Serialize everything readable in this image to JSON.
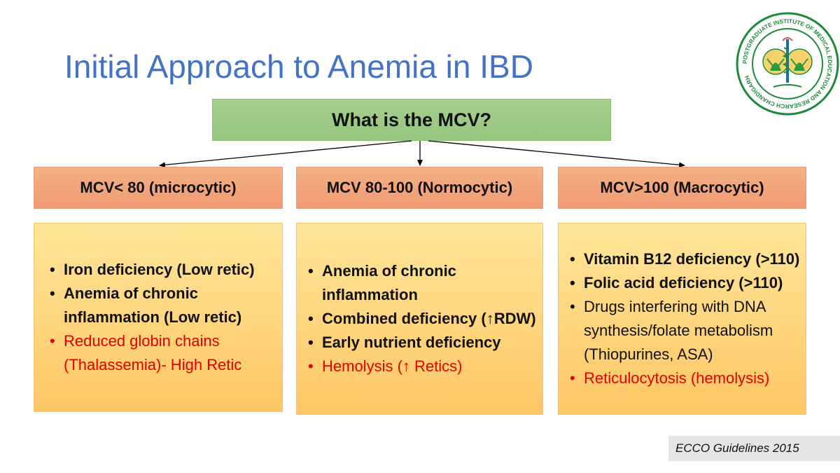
{
  "slide": {
    "title": "Initial Approach to Anemia in IBD",
    "question": "What is the MCV?",
    "columns": [
      {
        "header": "MCV< 80 (microcytic)",
        "items": [
          {
            "text": "Iron deficiency (Low retic)",
            "style": "bold"
          },
          {
            "text": "Anemia of chronic inflammation (Low retic)",
            "style": "bold"
          },
          {
            "text": "Reduced globin chains (Thalassemia)- High Retic",
            "style": "red"
          }
        ]
      },
      {
        "header": "MCV 80-100 (Normocytic)",
        "items": [
          {
            "text": "Anemia of chronic inflammation",
            "style": "bold"
          },
          {
            "text": "Combined deficiency (↑RDW)",
            "style": "bold"
          },
          {
            "text": "Early nutrient deficiency",
            "style": "bold"
          },
          {
            "text": "Hemolysis (↑ Retics)",
            "style": "red"
          }
        ]
      },
      {
        "header": "MCV>100 (Macrocytic)",
        "items": [
          {
            "text": "Vitamin B12 deficiency (>110)",
            "style": "bold"
          },
          {
            "text": "Folic acid deficiency (>110)",
            "style": "bold"
          },
          {
            "text": "Drugs interfering with DNA synthesis/folate metabolism (Thiopurines, ASA)",
            "style": "normal"
          },
          {
            "text": "Reticulocytosis (hemolysis)",
            "style": "red"
          }
        ]
      }
    ],
    "footer": "ECCO Guidelines 2015"
  },
  "colors": {
    "title": "#4472c4",
    "question_box": "#a9d18e",
    "header_box": "#f4b183",
    "content_box": "#ffd966",
    "highlight_text": "#e00000"
  },
  "logo": {
    "icon": "institute-emblem-icon",
    "ring_text": "POSTGRADUATE INSTITUTE OF MEDICAL EDUCATION AND RESEARCH CHANDIGARH"
  }
}
